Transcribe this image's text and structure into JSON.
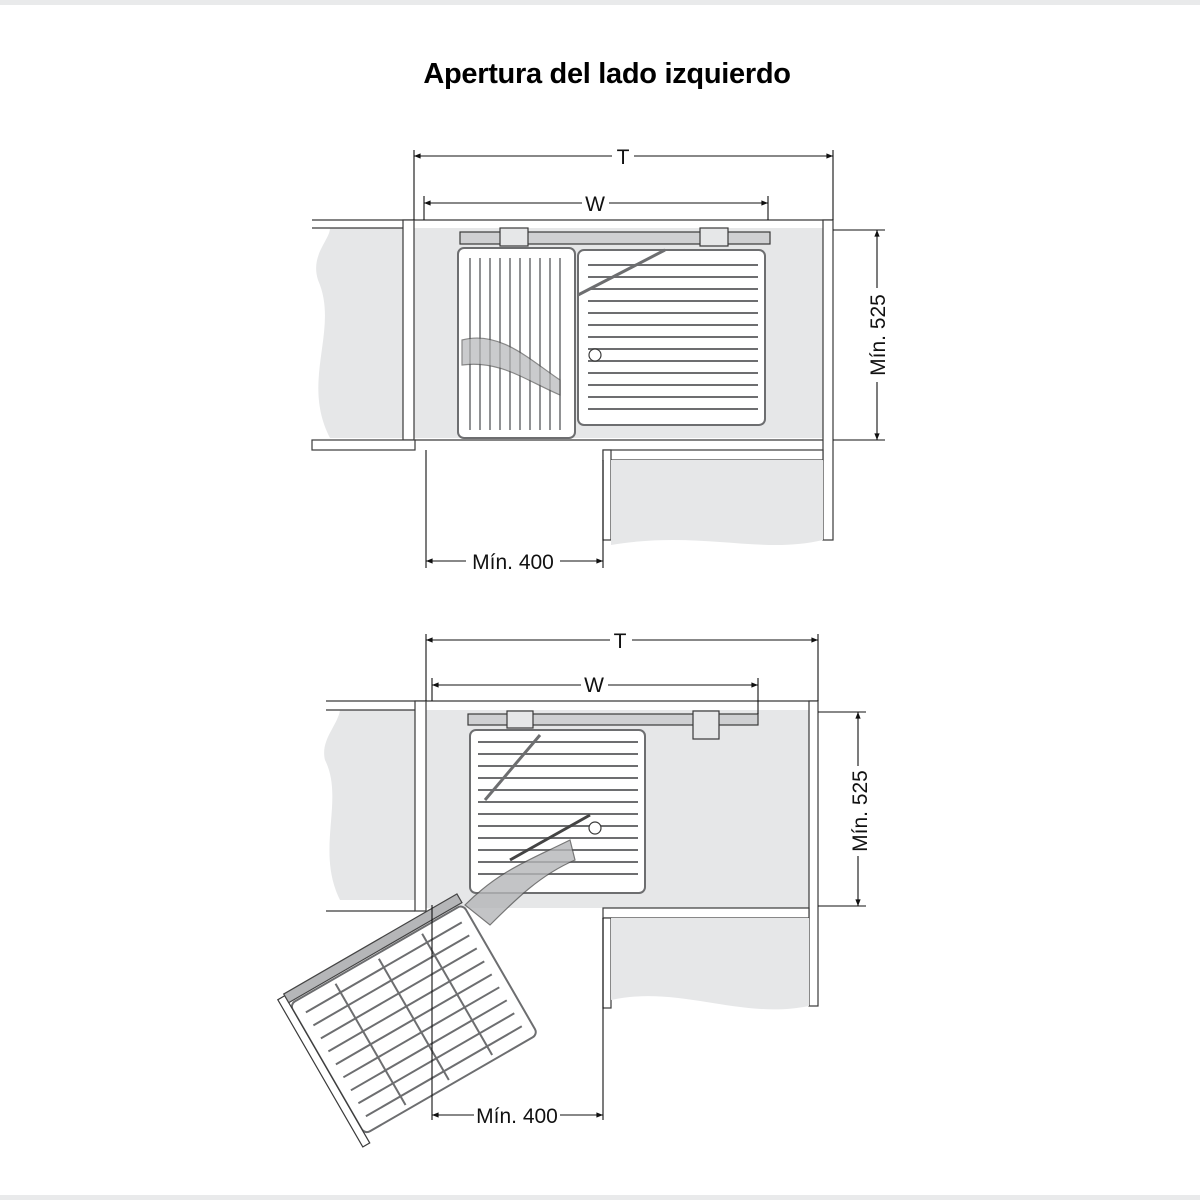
{
  "title": "Apertura del lado izquierdo",
  "diagrams": [
    {
      "name": "closed",
      "labels": {
        "T": "T",
        "W": "W",
        "depth": "Mín. 525",
        "opening": "Mín. 400"
      }
    },
    {
      "name": "open",
      "labels": {
        "T": "T",
        "W": "W",
        "depth": "Mín. 525",
        "opening": "Mín. 400"
      }
    }
  ],
  "colors": {
    "fill": "#e6e7e8",
    "line": "#3a3a3a",
    "basket": "#6d6e70"
  }
}
